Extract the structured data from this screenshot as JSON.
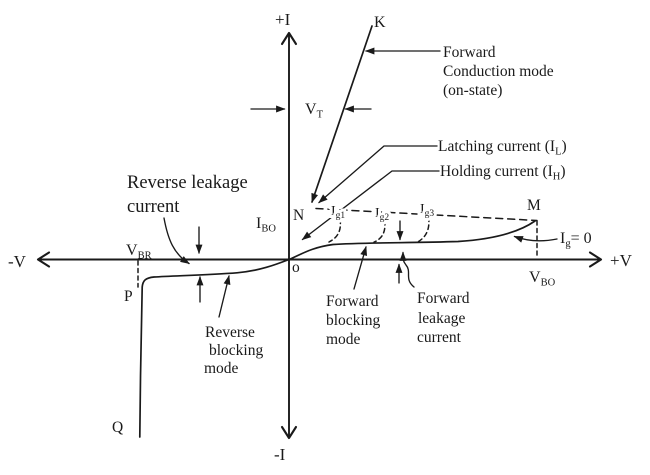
{
  "axis_labels": {
    "pos_i": "+I",
    "neg_i": "-I",
    "pos_v": "+V",
    "neg_v": "-V",
    "origin": "o"
  },
  "point_labels": {
    "k": "K",
    "n": "N",
    "m": "M",
    "p": "P",
    "q": "Q"
  },
  "symbol_labels": {
    "vt": {
      "main": "V",
      "sub": "T"
    },
    "ibo": {
      "main": "I",
      "sub": "BO"
    },
    "vbr": {
      "main": "V",
      "sub": "BR"
    },
    "vbo": {
      "main": "V",
      "sub": "BO"
    },
    "ig1": {
      "main": "I",
      "sub": "g1"
    },
    "ig2": {
      "main": "I",
      "sub": "g2"
    },
    "ig3": {
      "main": "I",
      "sub": "g3"
    },
    "ig0": {
      "main": "I",
      "sub": "g",
      "suffix": "= 0"
    }
  },
  "annotations": {
    "forward_conduction": {
      "lines": [
        "Forward",
        "Conduction mode",
        "(on-state)"
      ]
    },
    "latching": {
      "prefix": "Latching current (I",
      "sub": "L",
      "suffix": ")"
    },
    "holding": {
      "prefix": "Holding current (I",
      "sub": "H",
      "suffix": ")"
    },
    "reverse_leakage": {
      "lines": [
        "Reverse leakage",
        "current"
      ]
    },
    "reverse_blocking": {
      "lines": [
        "Reverse",
        "blocking",
        "mode"
      ]
    },
    "forward_blocking": {
      "lines": [
        "Forward",
        "blocking",
        "mode"
      ]
    },
    "forward_leakage": {
      "lines": [
        "Forward",
        "leakage",
        "current"
      ]
    }
  },
  "colors": {
    "ink": "#1a1a1a",
    "background": "#ffffff"
  }
}
